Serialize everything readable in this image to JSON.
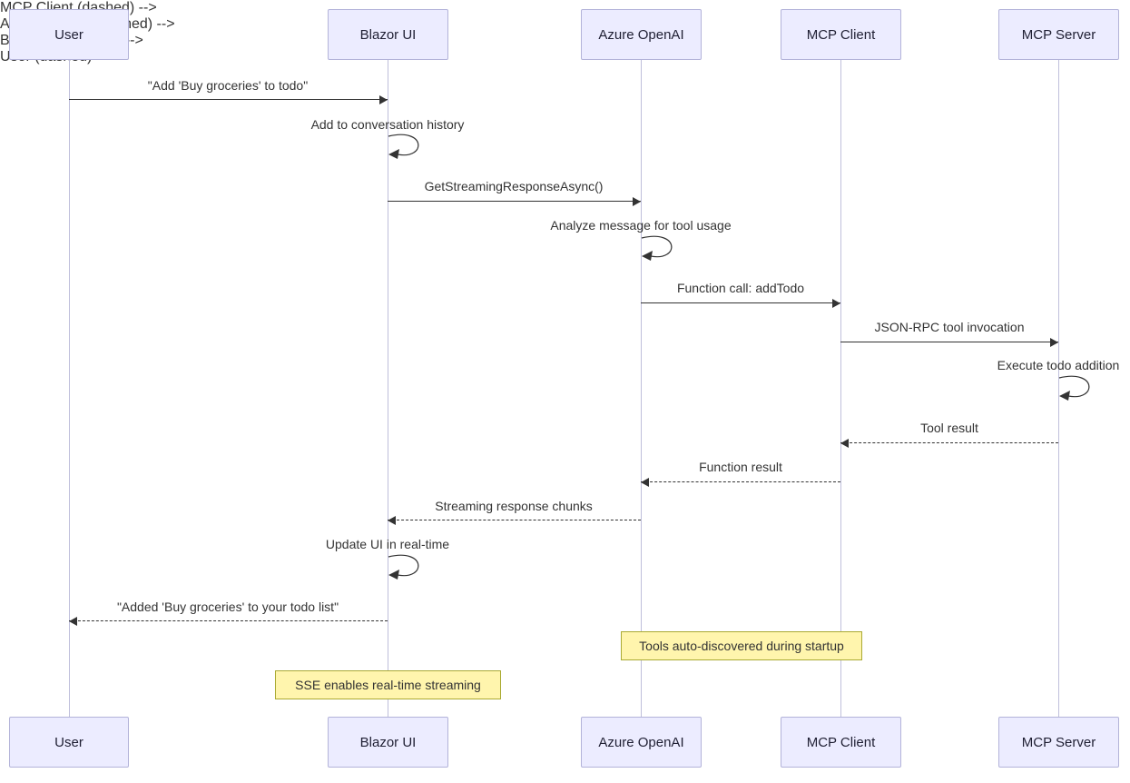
{
  "diagram": {
    "type": "sequence-diagram",
    "actors": [
      {
        "label": "User"
      },
      {
        "label": "Blazor UI"
      },
      {
        "label": "Azure OpenAI"
      },
      {
        "label": "MCP Client"
      },
      {
        "label": "MCP Server"
      }
    ],
    "messages": [
      {
        "from": "User",
        "to": "Blazor UI",
        "type": "solid",
        "label": "\"Add 'Buy groceries' to todo\""
      },
      {
        "actor": "Blazor UI",
        "type": "self",
        "label": "Add to conversation history"
      },
      {
        "from": "Blazor UI",
        "to": "Azure OpenAI",
        "type": "solid",
        "label": "GetStreamingResponseAsync()"
      },
      {
        "actor": "Azure OpenAI",
        "type": "self",
        "label": "Analyze message for tool usage"
      },
      {
        "from": "Azure OpenAI",
        "to": "MCP Client",
        "type": "solid",
        "label": "Function call: addTodo"
      },
      {
        "from": "MCP Client",
        "to": "MCP Server",
        "type": "solid",
        "label": "JSON-RPC tool invocation"
      },
      {
        "actor": "MCP Server",
        "type": "self",
        "label": "Execute todo addition"
      },
      {
        "from": "MCP Server",
        "to": "MCP Client",
        "type": "dashed",
        "label": "Tool result"
      },
      {
        "from": "MCP Client",
        "to": "Azure OpenAI",
        "type": "dashed",
        "label": "Function result"
      },
      {
        "from": "Azure OpenAI",
        "to": "Blazor UI",
        "type": "dashed",
        "label": "Streaming response chunks"
      },
      {
        "actor": "Blazor UI",
        "type": "self",
        "label": "Update UI in real-time"
      },
      {
        "from": "Blazor UI",
        "to": "User",
        "type": "dashed",
        "label": "\"Added 'Buy groceries' to your todo list\""
      }
    ],
    "notes": [
      {
        "over": "Azure OpenAI, MCP Client",
        "label": "Tools auto-discovered during startup"
      },
      {
        "over": "Blazor UI",
        "label": "SSE enables real-time streaming"
      }
    ],
    "colors": {
      "actor_fill": "#ECECFF",
      "actor_border": "#B3B3D9",
      "note_fill": "#FFF5AD",
      "note_border": "#AAAA33",
      "message_line": "#333333",
      "lifeline": "#BFBFDB"
    }
  }
}
